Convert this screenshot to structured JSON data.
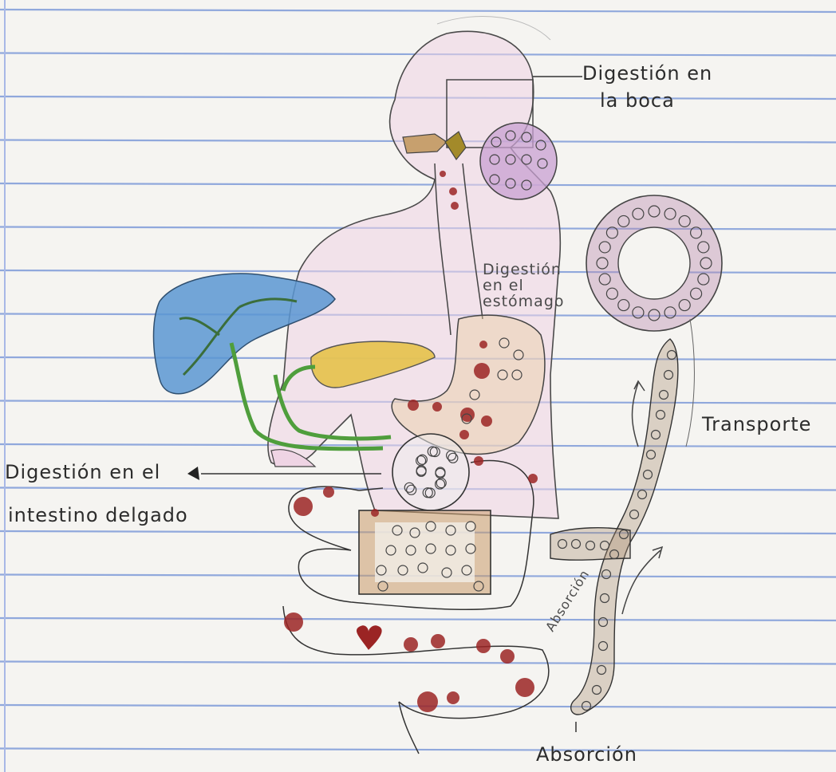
{
  "labels": {
    "mouth_line1": "Digestión en",
    "mouth_line2": "la boca",
    "stomach": "Digestión en el estómago",
    "transport": "Transporte",
    "intestine_line1": "Digestión en el",
    "intestine_line2": "intestino delgado",
    "absorption_side": "Absorción",
    "absorption_bottom": "Absorción"
  },
  "colors": {
    "paper": "#f5f4f1",
    "ruled_line": "#6f8fd6",
    "margin_line": "#a8b8e6",
    "pencil": "#3a3a3a",
    "body_fill": "#efd4e4",
    "liver": "#5b96d2",
    "bile_duct": "#4f9e3c",
    "pancreas": "#e6c24a",
    "food_particles": "#9b2424",
    "large_intestine_fill": "#c89a6a",
    "villus_fill": "#b88ab0",
    "vessel_ring": "#a98c70"
  }
}
